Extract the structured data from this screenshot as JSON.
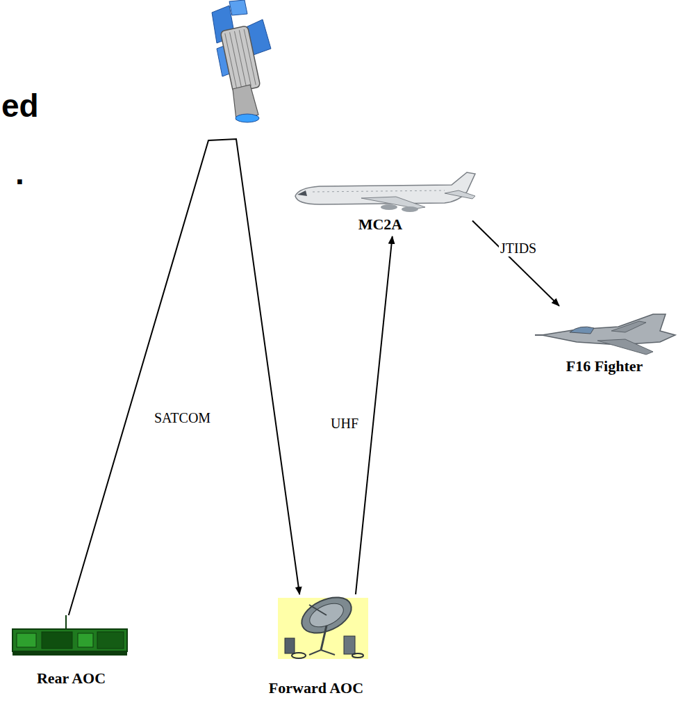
{
  "diagram": {
    "nodes": [
      {
        "text": [
          "MC2A"
        ]
      },
      {
        "text": [
          "F16 Fighter"
        ]
      },
      {
        "text": [
          "Rear AOC"
        ]
      },
      {
        "text": [
          "Forward AOC"
        ]
      }
    ],
    "edges": [
      {
        "from": 2,
        "to": 3,
        "label": "SATCOM",
        "arrow": "to"
      },
      {
        "from": 3,
        "to": 0,
        "label": "UHF",
        "arrow": "to"
      },
      {
        "from": 0,
        "to": 1,
        "label": "JTIDS",
        "arrow": "to"
      }
    ],
    "labels": [
      "ed",
      "."
    ]
  }
}
